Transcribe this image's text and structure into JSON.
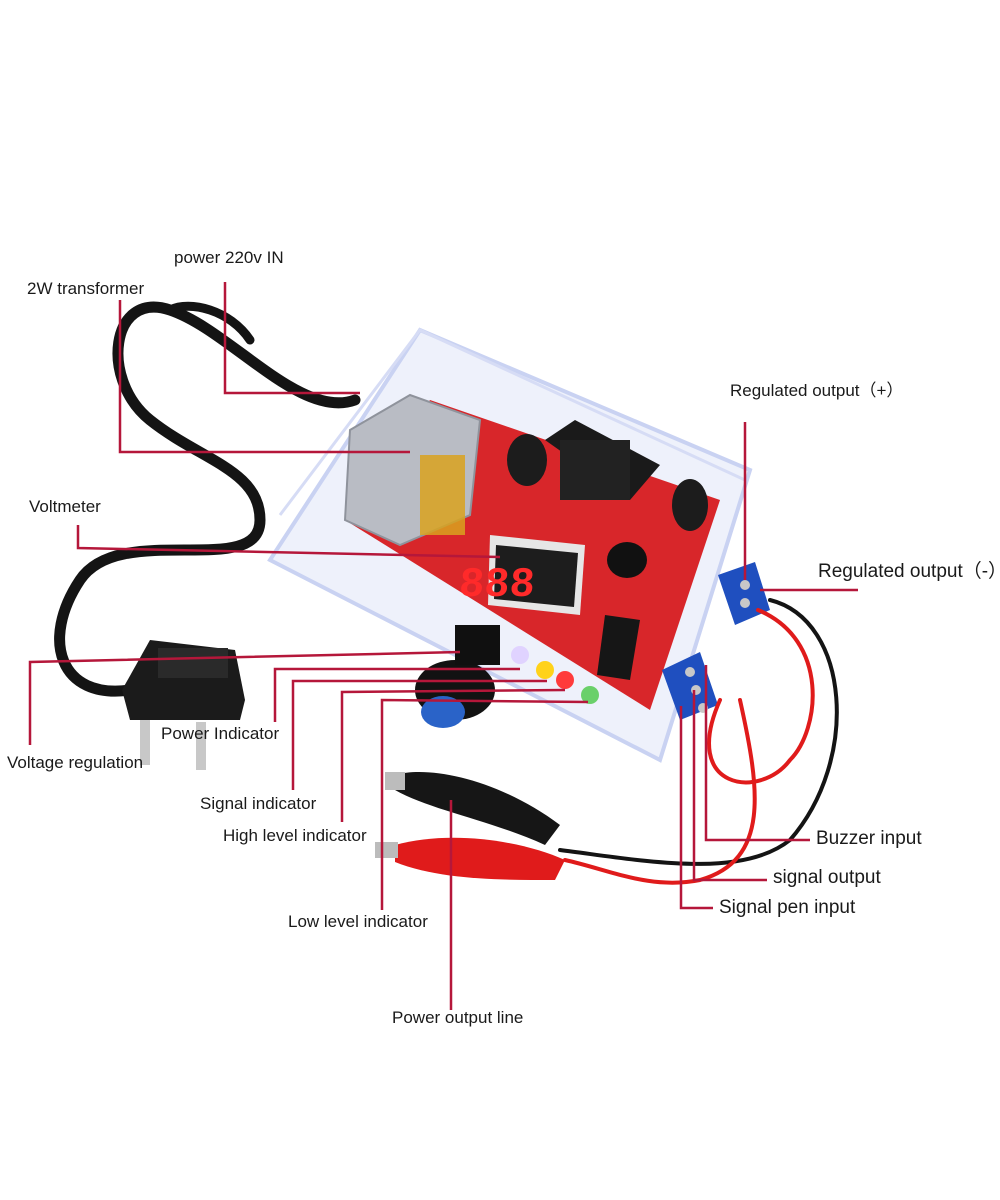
{
  "labels": {
    "power_in": "power 220v IN",
    "transformer": "2W transformer",
    "voltmeter": "Voltmeter",
    "reg_out_plus": "Regulated output（+）",
    "reg_out_minus": "Regulated output（-）",
    "voltage_regulation": "Voltage regulation",
    "power_indicator": "Power Indicator",
    "signal_indicator": "Signal indicator",
    "high_level_indicator": "High level indicator",
    "low_level_indicator": "Low level indicator",
    "power_output_line": "Power output line",
    "buzzer_input": "Buzzer input",
    "signal_output": "signal output",
    "signal_pen_input": "Signal pen input"
  },
  "display_digits": "888",
  "colors": {
    "leader_line": "#b5173a",
    "pcb": "#d8262a",
    "case_edge": "#c9d2f2",
    "terminal_block": "#1f4fbf",
    "lead_black": "#141414",
    "lead_red": "#e01b1b",
    "display": "#ff2a2a"
  }
}
